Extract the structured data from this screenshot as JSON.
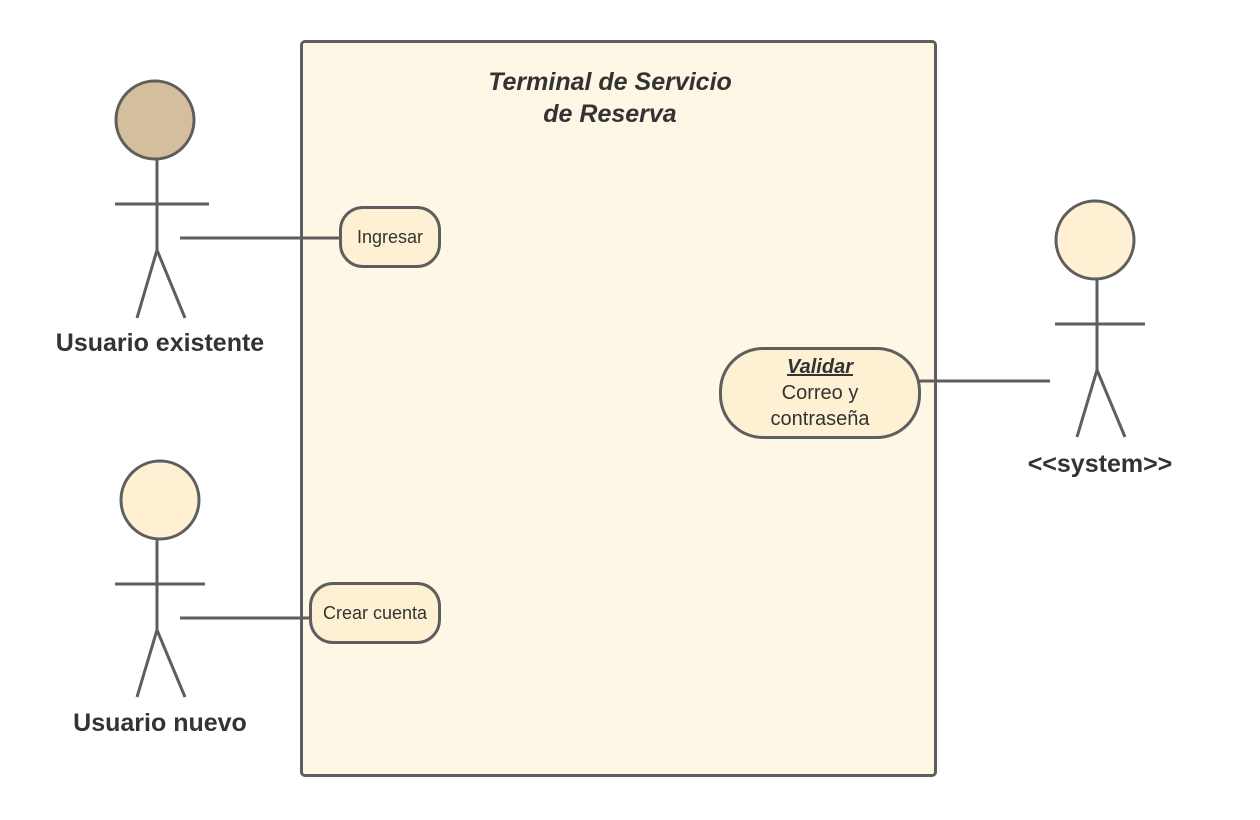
{
  "system": {
    "title": "Terminal de Servicio\nde Reserva"
  },
  "actors": {
    "existing_user": {
      "label": "Usuario existente",
      "head_color": "#d4bf9c"
    },
    "new_user": {
      "label": "Usuario nuevo",
      "head_color": "#fff0d4"
    },
    "system_actor": {
      "label": "<<system>>",
      "head_color": "#fff0d4"
    }
  },
  "use_cases": {
    "login": {
      "label": "Ingresar"
    },
    "create_account": {
      "label": "Crear cuenta"
    },
    "validate": {
      "title": "Validar",
      "body": "Correo y\ncontraseña"
    }
  },
  "colors": {
    "stroke": "#5e5e5e",
    "system_fill": "#fef7e6",
    "use_case_fill": "#fef0d3",
    "text": "#333333"
  }
}
